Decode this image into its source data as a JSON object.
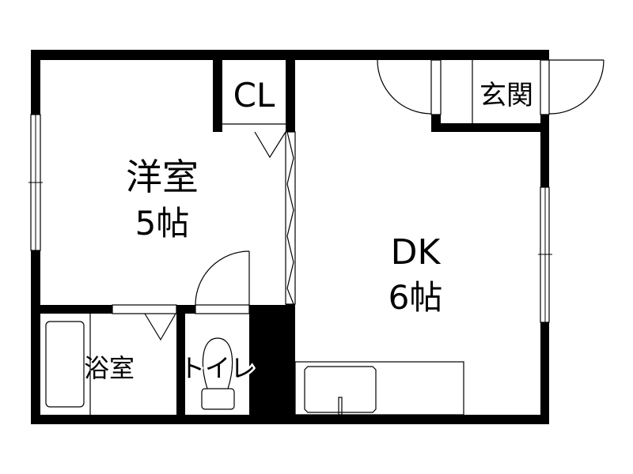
{
  "rooms": {
    "western_room": {
      "name": "洋室",
      "size": "5帖"
    },
    "dk": {
      "name": "DK",
      "size": "6帖"
    },
    "closet": {
      "name": "CL"
    },
    "entrance": {
      "name": "玄関"
    },
    "bathroom": {
      "name": "浴室"
    },
    "toilet": {
      "name": "トイレ"
    }
  },
  "colors": {
    "wall": "#000000",
    "background": "#ffffff"
  }
}
